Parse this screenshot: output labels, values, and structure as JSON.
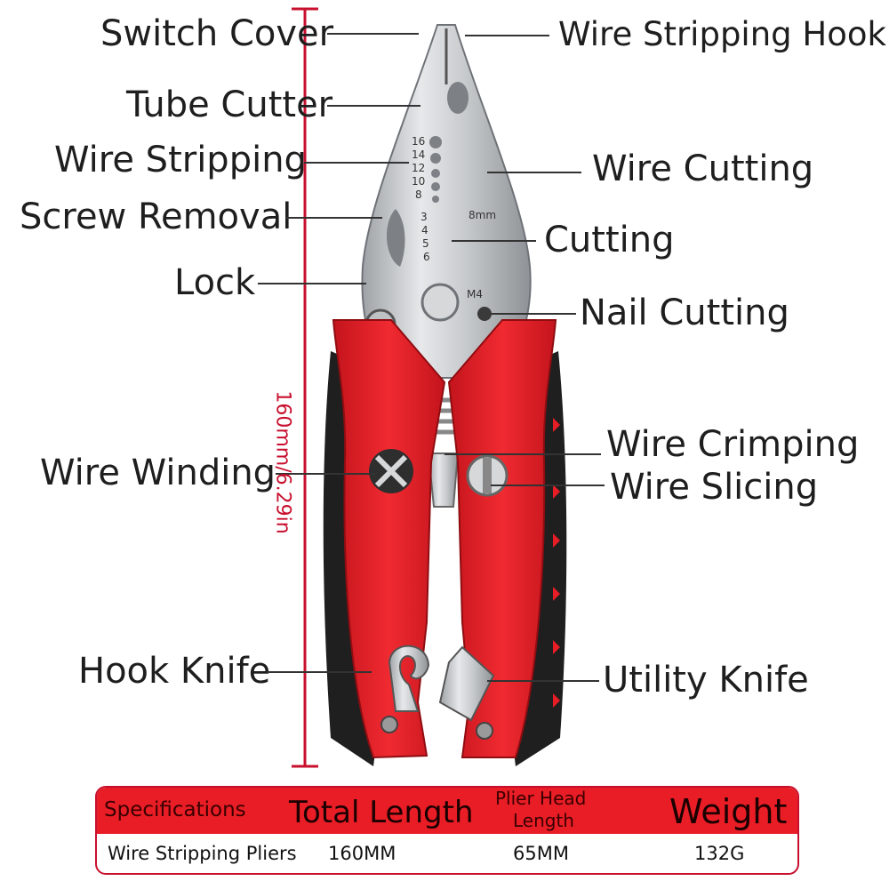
{
  "labels": {
    "switch_cover": "Switch Cover",
    "tube_cutter": "Tube Cutter",
    "wire_stripping": "Wire Stripping",
    "screw_removal": "Screw Removal",
    "lock": "Lock",
    "wire_winding": "Wire Winding",
    "hook_knife": "Hook Knife",
    "wire_stripping_hook": "Wire Stripping Hook",
    "wire_cutting": "Wire Cutting",
    "cutting": "Cutting",
    "nail_cutting": "Nail Cutting",
    "wire_crimping": "Wire Crimping",
    "wire_slicing": "Wire Slicing",
    "utility_knife": "Utility Knife"
  },
  "dimension": "160mm/6.29in",
  "tool_markings": {
    "gauges_awg": [
      "16",
      "14",
      "12",
      "10",
      "8"
    ],
    "screw_sizes": [
      "3",
      "4",
      "5",
      "6"
    ],
    "bolt_label": "M4",
    "slot_label": "8mm"
  },
  "specs": {
    "header": {
      "col0": "Specifications",
      "col1": "Total Length",
      "col2_line1": "Plier Head",
      "col2_line2": "Length",
      "col3": "Weight"
    },
    "row": {
      "name": "Wire Stripping Pliers",
      "total_length": "160MM",
      "head_length": "65MM",
      "weight": "132G"
    }
  },
  "colors": {
    "handle_red": "#e81d25",
    "grip_black": "#1f1f1f",
    "steel": "#c8cacc",
    "dimension_red": "#c8102e"
  }
}
